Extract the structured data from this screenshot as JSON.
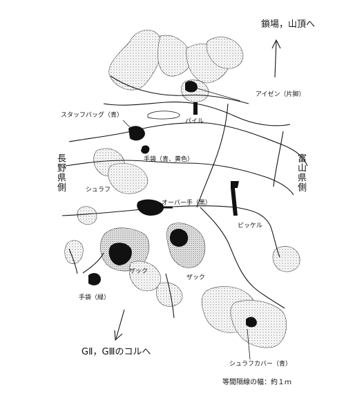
{
  "directions": {
    "north": "鎖場，山頂へ",
    "south": "GⅡ，GⅢのコルへ",
    "west": "長野県側",
    "east": "富山県側"
  },
  "items": [
    {
      "id": "aizen",
      "label": "アイゼン（片脚）"
    },
    {
      "id": "stuff-bag",
      "label": "スタッフバッグ（青）"
    },
    {
      "id": "piton",
      "label": "パイル"
    },
    {
      "id": "gloves-blue-yellow",
      "label": "手袋（青、黄色）"
    },
    {
      "id": "sleeping-bag",
      "label": "シュラフ"
    },
    {
      "id": "over-mitten",
      "label": "オーバー手（黒）"
    },
    {
      "id": "ice-axe",
      "label": "ピッケル"
    },
    {
      "id": "sack-1",
      "label": "ザック"
    },
    {
      "id": "sack-2",
      "label": "ザック"
    },
    {
      "id": "gloves-green",
      "label": "手袋（緑）"
    },
    {
      "id": "sleeping-bag-cover",
      "label": "シュラフカバー（青）"
    }
  ],
  "legend": {
    "contour_interval": "等間隔線の幅：約１ｍ"
  },
  "colors": {
    "ink": "#111111",
    "rock_shading": "#9a9a9a",
    "background": "#ffffff"
  }
}
